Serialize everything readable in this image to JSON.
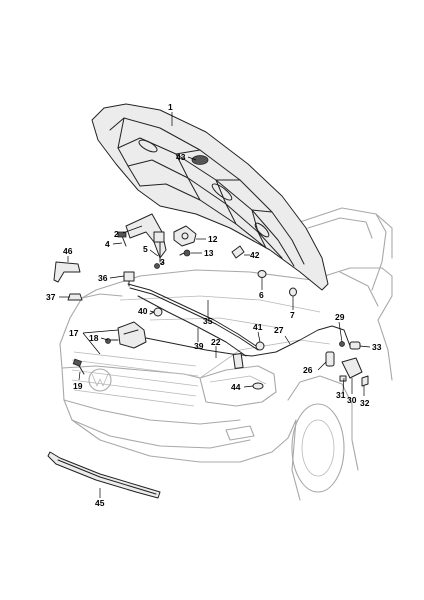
{
  "diagram": {
    "callouts": [
      {
        "id": "c1",
        "label": "1"
      },
      {
        "id": "c2",
        "label": "2"
      },
      {
        "id": "c3",
        "label": "3"
      },
      {
        "id": "c4",
        "label": "4"
      },
      {
        "id": "c5",
        "label": "5"
      },
      {
        "id": "c6",
        "label": "6"
      },
      {
        "id": "c7",
        "label": "7"
      },
      {
        "id": "c12",
        "label": "12"
      },
      {
        "id": "c13",
        "label": "13"
      },
      {
        "id": "c17",
        "label": "17"
      },
      {
        "id": "c18",
        "label": "18"
      },
      {
        "id": "c19",
        "label": "19"
      },
      {
        "id": "c22",
        "label": "22"
      },
      {
        "id": "c26",
        "label": "26"
      },
      {
        "id": "c27",
        "label": "27"
      },
      {
        "id": "c29",
        "label": "29"
      },
      {
        "id": "c30",
        "label": "30"
      },
      {
        "id": "c31",
        "label": "31"
      },
      {
        "id": "c32",
        "label": "32"
      },
      {
        "id": "c33",
        "label": "33"
      },
      {
        "id": "c35",
        "label": "35"
      },
      {
        "id": "c36",
        "label": "36"
      },
      {
        "id": "c37",
        "label": "37"
      },
      {
        "id": "c39",
        "label": "39"
      },
      {
        "id": "c40",
        "label": "40"
      },
      {
        "id": "c41",
        "label": "41"
      },
      {
        "id": "c42",
        "label": "42"
      },
      {
        "id": "c43",
        "label": "43"
      },
      {
        "id": "c44",
        "label": "44"
      },
      {
        "id": "c45",
        "label": "45"
      },
      {
        "id": "c46",
        "label": "46"
      }
    ]
  }
}
